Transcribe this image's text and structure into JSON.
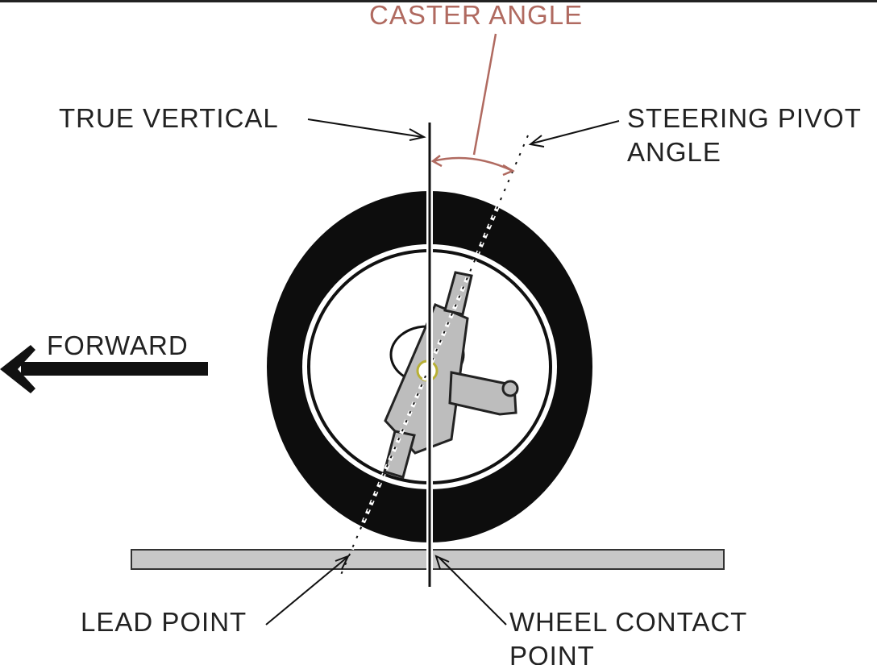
{
  "labels": {
    "caster_angle": "CASTER ANGLE",
    "true_vertical": "TRUE VERTICAL",
    "steering_pivot_line1": "STEERING PIVOT",
    "steering_pivot_line2": "ANGLE",
    "forward": "FORWARD",
    "lead_point": "LEAD POINT",
    "wheel_contact_line1": "WHEEL CONTACT",
    "wheel_contact_line2": "POINT"
  },
  "colors": {
    "ink": "#111111",
    "caster_red": "#b06a60",
    "ground_gray": "#c8c8c8",
    "bracket_gray": "#bdbdbd",
    "paper": "#ffffff"
  }
}
